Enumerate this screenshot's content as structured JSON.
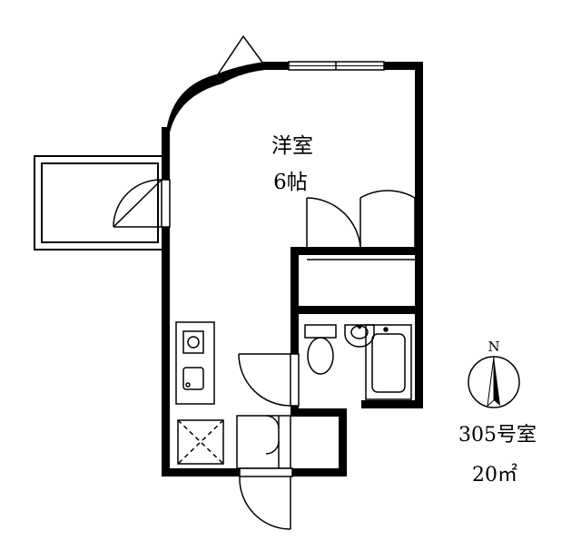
{
  "room": {
    "name": "洋室",
    "size": "6帖"
  },
  "unit": {
    "number": "305号室",
    "area": "20㎡"
  },
  "compass": {
    "north": "N"
  },
  "colors": {
    "wall": "#000000",
    "background": "#ffffff",
    "fixture": "#000000"
  }
}
